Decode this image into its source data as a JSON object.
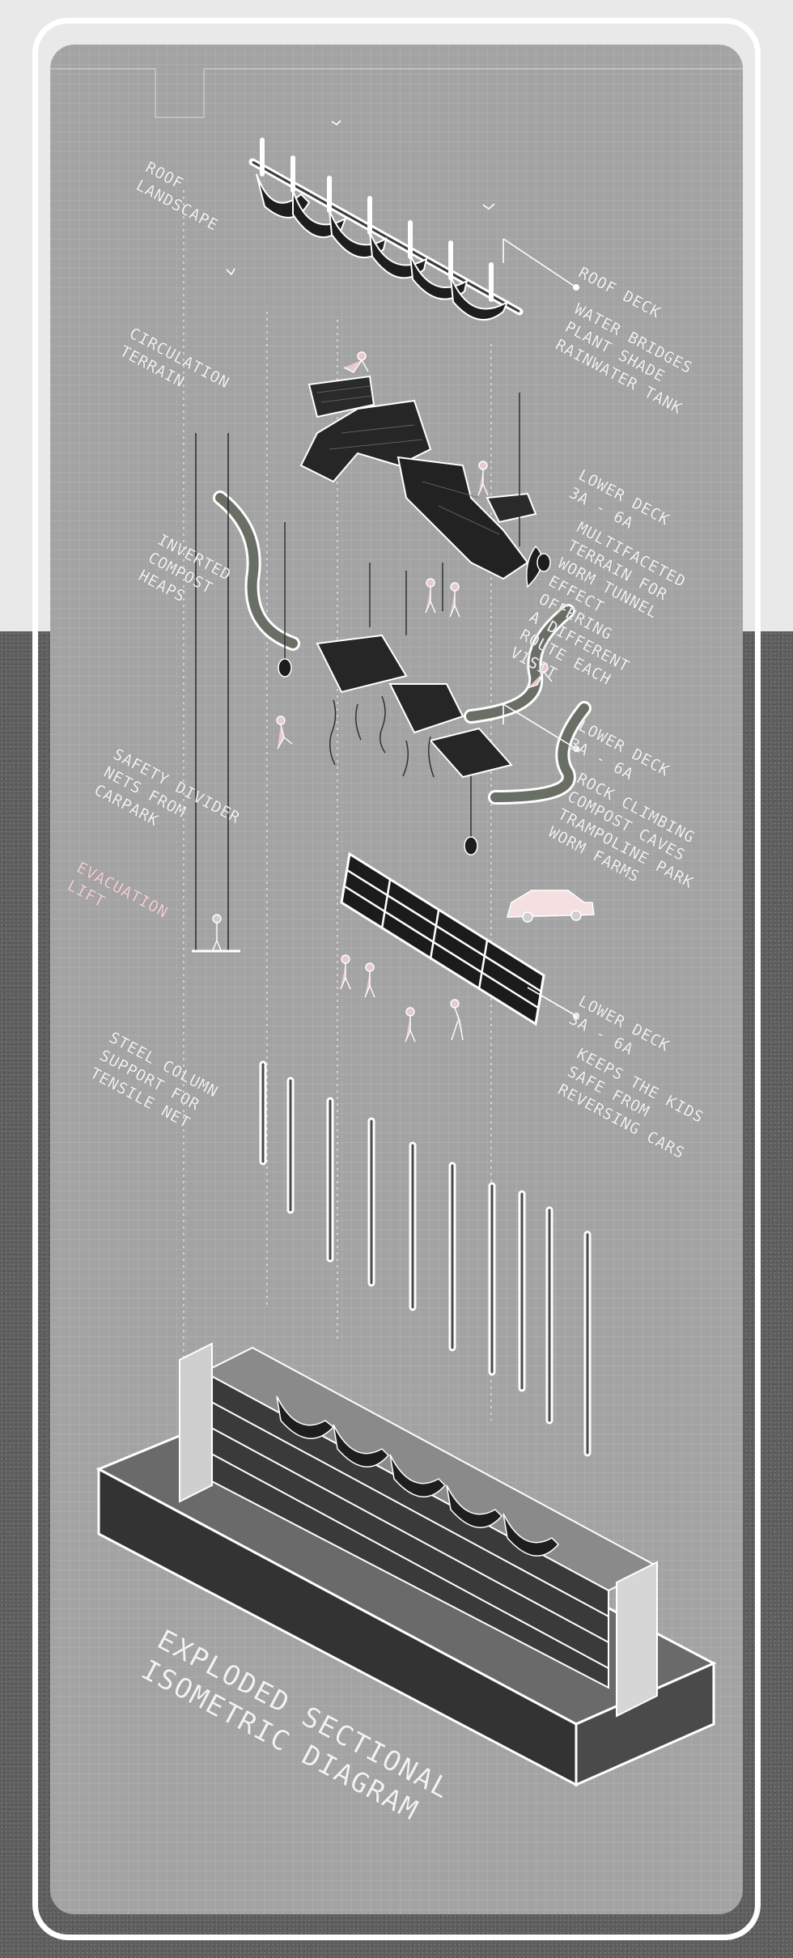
{
  "labels": {
    "roof_landscape": "ROOF\nLANDSCAPE",
    "circulation_terrain": "CIRCULATION\nTERRAIN",
    "inverted_compost_heaps": "INVERTED\nCOMPOST\nHEAPS",
    "safety_divider": "SAFETY DIVIDER\nNETS FROM\nCARPARK",
    "evacuation_lift": "EVACUATION\nLIFT",
    "steel_column": "STEEL COLUMN\nSUPPORT FOR\nTENSILE NET",
    "roof_deck_title": "ROOF DECK",
    "roof_deck_items": "WATER BRIDGES\nPLANT SHADE\nRAINWATER TANK",
    "lower_deck_1_title": "LOWER DECK\n3A - 6A",
    "lower_deck_1_desc": "MULTIFACETED\nTERRAIN FOR\nWORM TUNNEL\nEFFECT\nOFFERING\nA DIFFERENT\nROUTE EACH\nVISIT",
    "lower_deck_2_title": "LOWER DECK\n3A - 6A",
    "lower_deck_2_items": "ROCK CLIMBING\nCOMPOST CAVES\nTRAMPOLINE PARK\nWORM FARMS",
    "lower_deck_3_title": "LOWER DECK\n3A - 6A",
    "lower_deck_3_desc": "KEEPS THE KIDS\nSAFE FROM\nREVERSING CARS",
    "diagram_title": "EXPLODED SECTIONAL\nISOMETRIC DIAGRAM"
  },
  "colors": {
    "panel": "#a3a3a3",
    "frame": "#ffffff",
    "text": "#f2f2f2",
    "accent_pink": "#f4cfd3",
    "dark_element": "#2e2e2e"
  }
}
